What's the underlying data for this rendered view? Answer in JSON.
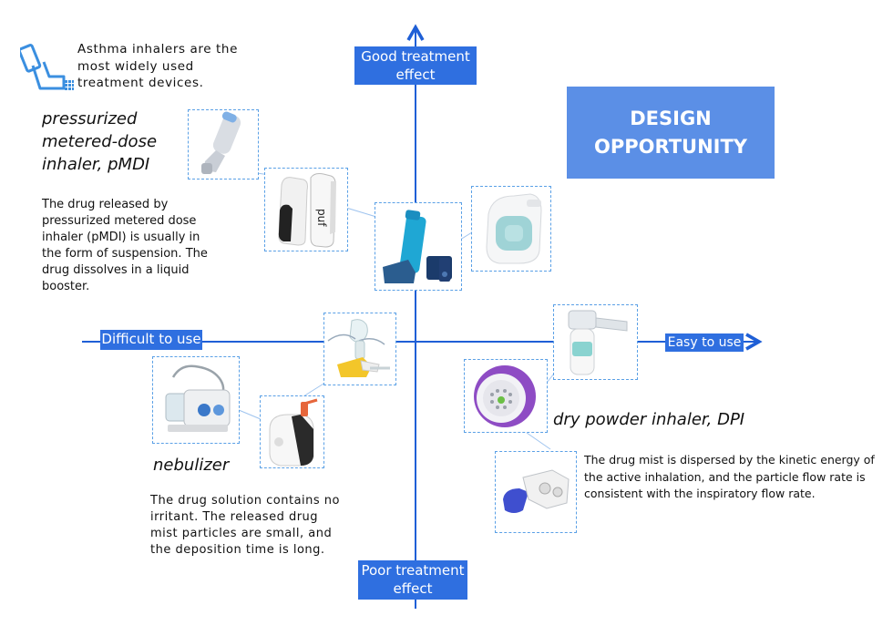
{
  "axes": {
    "top": "Good treatment effect",
    "bottom": "Poor treatment effect",
    "left": "Difficult to use",
    "right": "Easy to use"
  },
  "intro": "Asthma inhalers are the most widely used treatment devices.",
  "design_opportunity": [
    "DESIGN",
    "OPPORTUNITY"
  ],
  "pmdi": {
    "title": [
      "pressurized",
      "metered-dose",
      "inhaler, pMDI"
    ],
    "desc": "The drug released by pressurized metered dose inhaler (pMDI) is usually in the form of suspension. The drug dissolves in a liquid booster."
  },
  "nebulizer": {
    "title": "nebulizer",
    "desc": "The drug solution contains no irritant. The released drug mist particles are small, and the deposition time is long."
  },
  "dpi": {
    "title": "dry powder inhaler, DPI",
    "desc": "The drug mist is dispersed by the kinetic energy of the active inhalation, and the particle flow rate is consistent with the inspiratory flow rate."
  },
  "device_labels": {
    "puf": "puf"
  },
  "colors": {
    "axis": "#1f5fd6",
    "label_bg": "#2f6fe0",
    "design_bg": "#5b8fe6",
    "dash": "#5aa0e6"
  }
}
